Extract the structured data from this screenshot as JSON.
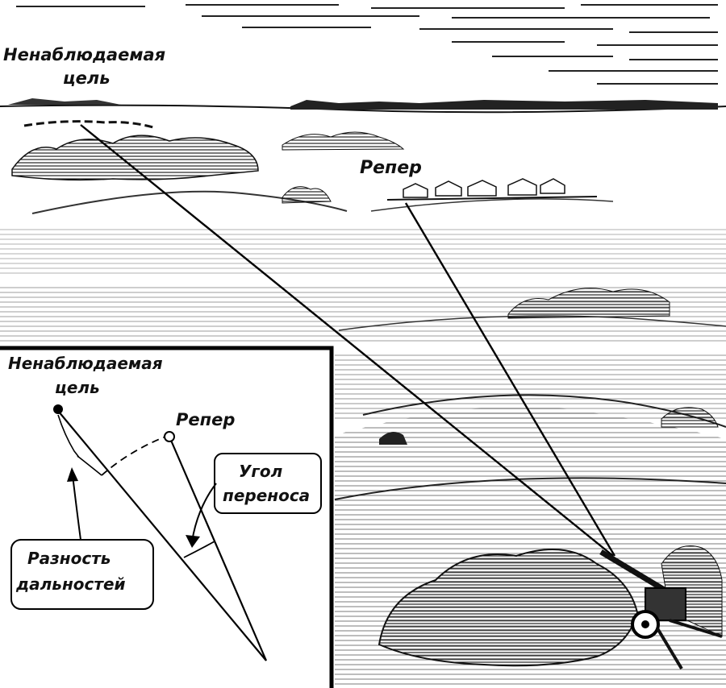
{
  "scene": {
    "target_label_line1": "Ненаблюдаемая",
    "target_label_line2": "цель",
    "reference_label": "Репер"
  },
  "inset": {
    "target_label_line1": "Ненаблюдаемая",
    "target_label_line2": "цель",
    "reference_label": "Репер",
    "angle_label_line1": "Угол",
    "angle_label_line2": "переноса",
    "range_label_line1": "Разность",
    "range_label_line2": "дальностей"
  }
}
